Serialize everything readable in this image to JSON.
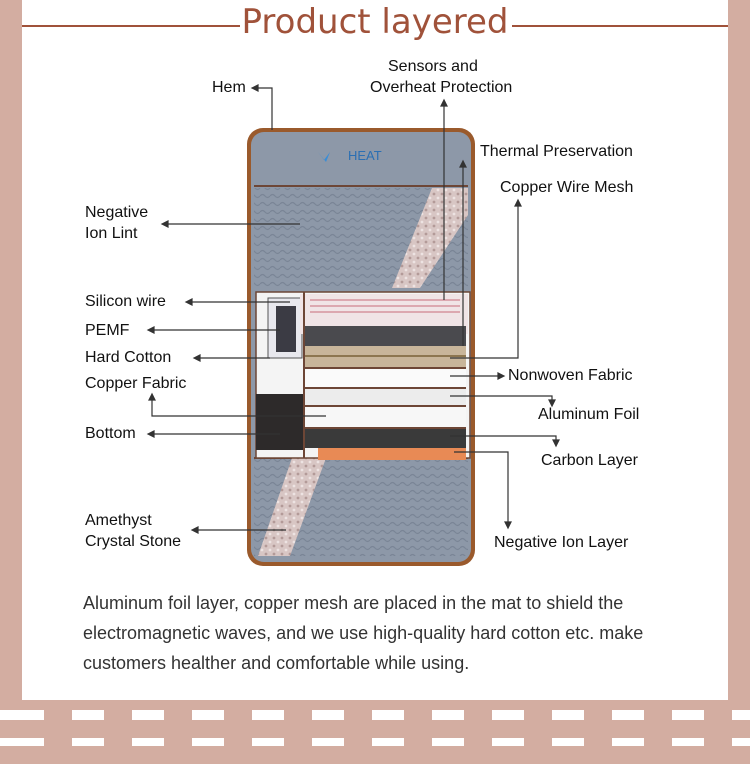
{
  "title": "Product layered",
  "brand_logo_text": "HEAT",
  "labels": {
    "hem": "Hem",
    "sensors_line1": "Sensors and",
    "sensors_line2": "Overheat Protection",
    "thermal": "Thermal Preservation",
    "copper_wire": "Copper  Wire Mesh",
    "neg_ion_lint_1": "Negative",
    "neg_ion_lint_2": "Ion Lint",
    "silicon": "Silicon wire",
    "pemf": "PEMF",
    "hard_cotton": "Hard Cotton",
    "copper_fabric": "Copper Fabric",
    "bottom": "Bottom",
    "nonwoven": "Nonwoven  Fabric",
    "aluminum": "Aluminum Foil",
    "carbon": "Carbon Layer",
    "amethyst_1": "Amethyst",
    "amethyst_2": "Crystal Stone",
    "neg_ion_layer": "Negative Ion Layer"
  },
  "description": [
    "Aluminum foil layer, copper mesh are placed in the mat to shield the",
    "electromagnetic waves, and we use high-quality hard cotton etc. make",
    "customers healther and comfortable while using."
  ],
  "colors": {
    "accent": "#a0523a",
    "frame": "#d3ada1",
    "mat_gray": "#8d98a8",
    "mat_border": "#9a5a2c"
  }
}
